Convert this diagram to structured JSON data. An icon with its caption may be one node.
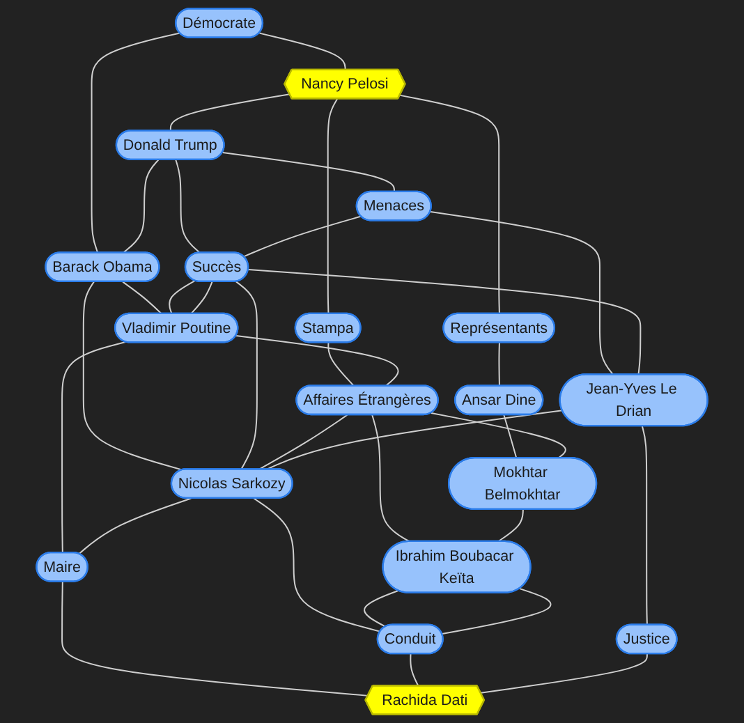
{
  "diagram": {
    "nodes": [
      {
        "text": [
          "Démocrate"
        ]
      },
      {
        "text": [
          "Nancy Pelosi"
        ]
      },
      {
        "text": [
          "Représentants"
        ]
      },
      {
        "text": [
          "Donald Trump"
        ]
      },
      {
        "text": [
          "Barack Obama"
        ]
      },
      {
        "text": [
          "Stampa"
        ]
      },
      {
        "text": [
          "Ansar Dine"
        ]
      },
      {
        "text": [
          "Menaces"
        ]
      },
      {
        "text": [
          "Succès"
        ]
      },
      {
        "text": [
          "Vladimir Poutine"
        ]
      },
      {
        "text": [
          "Affaires Étrangères"
        ]
      },
      {
        "text": [
          "Mokhtar Belmokhtar"
        ]
      },
      {
        "text": [
          "Nicolas Sarkozy"
        ]
      },
      {
        "text": [
          "Jean-Yves Le Drian"
        ]
      },
      {
        "text": [
          "Maire"
        ]
      },
      {
        "text": [
          "Ibrahim Boubacar Keïta"
        ]
      },
      {
        "text": [
          "Conduit"
        ]
      },
      {
        "text": [
          "Justice"
        ]
      },
      {
        "text": [
          "Rachida Dati"
        ]
      }
    ],
    "edges": [
      {
        "from": 0,
        "to": 1,
        "arrow": "none"
      },
      {
        "from": 0,
        "to": 4,
        "arrow": "none"
      },
      {
        "from": 1,
        "to": 2,
        "arrow": "none"
      },
      {
        "from": 1,
        "to": 3,
        "arrow": "none"
      },
      {
        "from": 1,
        "to": 5,
        "arrow": "none"
      },
      {
        "from": 2,
        "to": 6,
        "arrow": "none"
      },
      {
        "from": 3,
        "to": 4,
        "arrow": "none"
      },
      {
        "from": 3,
        "to": 7,
        "arrow": "none"
      },
      {
        "from": 3,
        "to": 8,
        "arrow": "none"
      },
      {
        "from": 4,
        "to": 9,
        "arrow": "none"
      },
      {
        "from": 4,
        "to": 12,
        "arrow": "none"
      },
      {
        "from": 5,
        "to": 10,
        "arrow": "none"
      },
      {
        "from": 6,
        "to": 11,
        "arrow": "none"
      },
      {
        "from": 7,
        "to": 8,
        "arrow": "none"
      },
      {
        "from": 7,
        "to": 13,
        "arrow": "none"
      },
      {
        "from": 8,
        "to": 9,
        "arrow": "none"
      },
      {
        "from": 8,
        "to": 9,
        "arrow": "none"
      },
      {
        "from": 8,
        "to": 12,
        "arrow": "none"
      },
      {
        "from": 8,
        "to": 13,
        "arrow": "none"
      },
      {
        "from": 9,
        "to": 10,
        "arrow": "none"
      },
      {
        "from": 9,
        "to": 14,
        "arrow": "none"
      },
      {
        "from": 10,
        "to": 11,
        "arrow": "none"
      },
      {
        "from": 10,
        "to": 12,
        "arrow": "none"
      },
      {
        "from": 10,
        "to": 15,
        "arrow": "none"
      },
      {
        "from": 11,
        "to": 15,
        "arrow": "none"
      },
      {
        "from": 13,
        "to": 12,
        "arrow": "none"
      },
      {
        "from": 12,
        "to": 14,
        "arrow": "none"
      },
      {
        "from": 12,
        "to": 16,
        "arrow": "none"
      },
      {
        "from": 15,
        "to": 16,
        "arrow": "none"
      },
      {
        "from": 15,
        "to": 16,
        "arrow": "none"
      },
      {
        "from": 13,
        "to": 17,
        "arrow": "none"
      },
      {
        "from": 14,
        "to": 18,
        "arrow": "none"
      },
      {
        "from": 16,
        "to": 18,
        "arrow": "none"
      },
      {
        "from": 17,
        "to": 18,
        "arrow": "none"
      }
    ]
  }
}
